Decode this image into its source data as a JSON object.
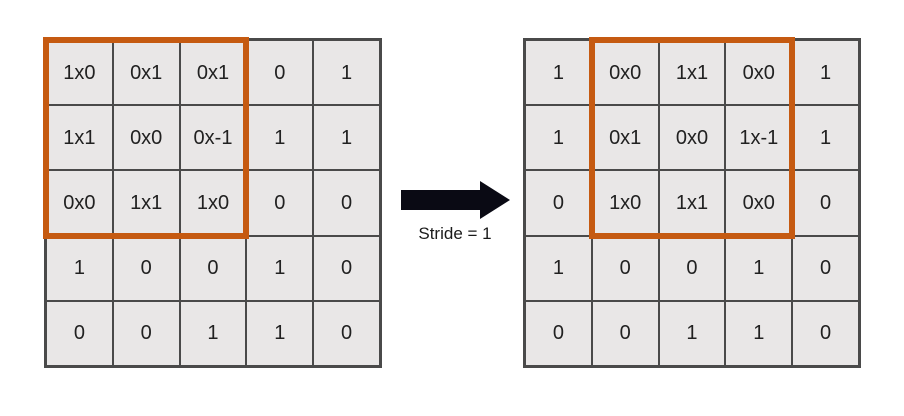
{
  "diagram_title": "convolution-stride-illustration",
  "stride": {
    "label": "Stride = 1"
  },
  "arrow": {
    "icon": "right-arrow-icon",
    "direction": "right"
  },
  "colors": {
    "cell_bg": "#e9e7e7",
    "grid_line": "#4a4a4a",
    "highlight": "#c55a11",
    "arrow": "#0a0a14",
    "text": "#212121"
  },
  "left_grid": {
    "rows": [
      [
        "1x0",
        "0x1",
        "0x1",
        "0",
        "1"
      ],
      [
        "1x1",
        "0x0",
        "0x-1",
        "1",
        "1"
      ],
      [
        "0x0",
        "1x1",
        "1x0",
        "0",
        "0"
      ],
      [
        "1",
        "0",
        "0",
        "1",
        "0"
      ],
      [
        "0",
        "0",
        "1",
        "1",
        "0"
      ]
    ],
    "highlight_region": {
      "start_row": 0,
      "start_col": 0,
      "rows": 3,
      "cols": 3
    }
  },
  "right_grid": {
    "rows": [
      [
        "1",
        "0x0",
        "1x1",
        "0x0",
        "1"
      ],
      [
        "1",
        "0x1",
        "0x0",
        "1x-1",
        "1"
      ],
      [
        "0",
        "1x0",
        "1x1",
        "0x0",
        "0"
      ],
      [
        "1",
        "0",
        "0",
        "1",
        "0"
      ],
      [
        "0",
        "0",
        "1",
        "1",
        "0"
      ]
    ],
    "highlight_region": {
      "start_row": 0,
      "start_col": 1,
      "rows": 3,
      "cols": 3
    }
  }
}
